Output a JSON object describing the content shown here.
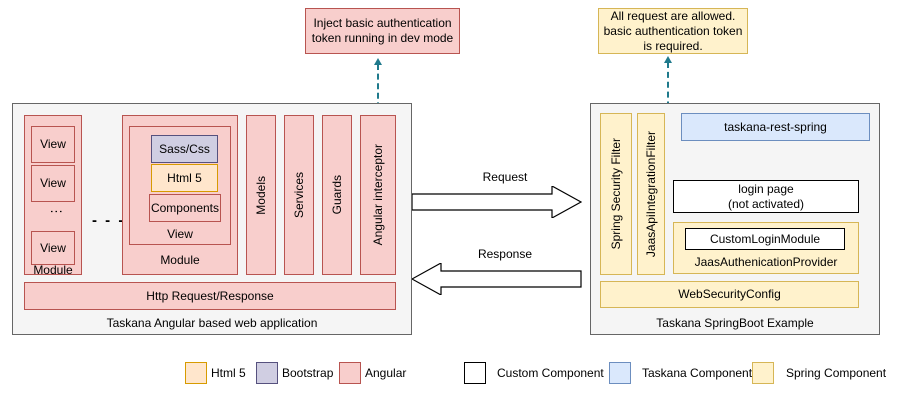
{
  "callouts": {
    "left": {
      "text": "Inject basic authentication token running in dev mode",
      "fill": "#f8cecc",
      "stroke": "#b85450"
    },
    "right": {
      "text": "All request are allowed. basic authentication token is required.",
      "fill": "#fff2cc",
      "stroke": "#d6b656"
    }
  },
  "left_panel": {
    "caption": "Taskana Angular based web application",
    "module_a": {
      "label": "Module",
      "views": [
        "View",
        "View",
        "View"
      ],
      "ellipsis": "⋮"
    },
    "between_modules_ellipsis": "- - -",
    "module_b": {
      "label": "Module",
      "view_label": "View",
      "items": [
        {
          "label": "Sass/Css",
          "kind": "bootstrap"
        },
        {
          "label": "Html 5",
          "kind": "html5"
        },
        {
          "label": "Components",
          "kind": "angular"
        }
      ]
    },
    "columns": [
      "Models",
      "Services",
      "Guards",
      "Angular interceptor"
    ],
    "http_bar": "Http Request/Response"
  },
  "arrows": {
    "request": "Request",
    "response": "Response"
  },
  "right_panel": {
    "caption": "Taskana SpringBoot Example",
    "filters": [
      "Spring Security Filter",
      "JaasApiIntegrationFilter"
    ],
    "rest": "taskana-rest-spring",
    "login_page": "login page\n(not activated)",
    "login_page_line1": "login page",
    "login_page_line2": "(not activated)",
    "auth_provider": {
      "label": "JaasAuthenicationProvider",
      "inner": "CustomLoginModule"
    },
    "web_security_config": "WebSecurityConfig"
  },
  "legend": {
    "items": [
      {
        "label": "Html 5",
        "kind": "html5"
      },
      {
        "label": "Bootstrap",
        "kind": "bootstrap"
      },
      {
        "label": "Angular",
        "kind": "angular"
      },
      {
        "label": "Custom Component",
        "kind": "custom"
      },
      {
        "label": "Taskana Component",
        "kind": "taskana"
      },
      {
        "label": "Spring Component",
        "kind": "spring"
      }
    ]
  },
  "colors": {
    "angular_fill": "#f8cecc",
    "angular_stroke": "#b85450",
    "bootstrap_fill": "#d0cee2",
    "bootstrap_stroke": "#56517e",
    "html5_fill": "#ffe6cc",
    "html5_stroke": "#d79b00",
    "spring_fill": "#fff2cc",
    "spring_stroke": "#d6b656",
    "taskana_fill": "#dae8fc",
    "taskana_stroke": "#6c8ebf",
    "custom_fill": "#ffffff",
    "custom_stroke": "#000000",
    "panel_fill": "#f5f5f5",
    "panel_stroke": "#666666",
    "dashed_arrow": "#1f7a8c"
  }
}
